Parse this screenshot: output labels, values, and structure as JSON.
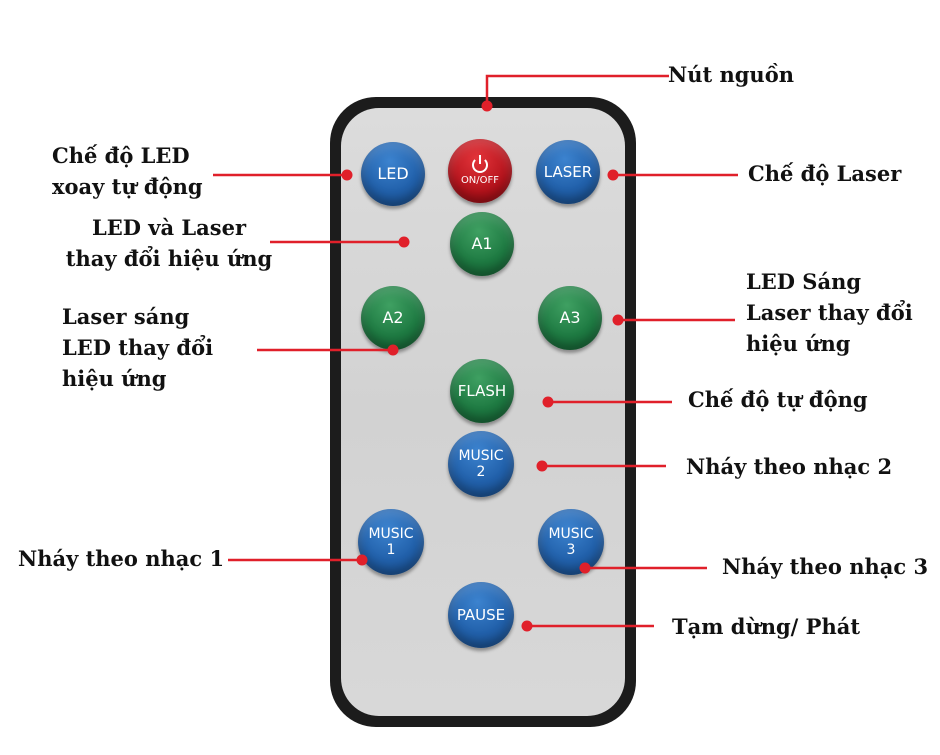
{
  "colors": {
    "leader_line": "#e0202a",
    "leader_dot": "#e0202a",
    "remote_frame": "#1c1c1c",
    "remote_face": "#d6d6d6",
    "button_blue": "#2160aa",
    "button_green": "#1e7a42",
    "button_red": "#b3121b",
    "label_text": "#111111"
  },
  "buttons": {
    "led": {
      "text": [
        "LED"
      ],
      "color": "blue"
    },
    "power": {
      "text": [
        "ON/OFF"
      ],
      "color": "red",
      "icon": "power-icon"
    },
    "laser": {
      "text": [
        "LASER"
      ],
      "color": "blue"
    },
    "a1": {
      "text": [
        "A1"
      ],
      "color": "green"
    },
    "a2": {
      "text": [
        "A2"
      ],
      "color": "green"
    },
    "a3": {
      "text": [
        "A3"
      ],
      "color": "green"
    },
    "flash": {
      "text": [
        "FLASH"
      ],
      "color": "green"
    },
    "music2": {
      "text": [
        "MUSIC",
        "2"
      ],
      "color": "blue"
    },
    "music1": {
      "text": [
        "MUSIC",
        "1"
      ],
      "color": "blue"
    },
    "music3": {
      "text": [
        "MUSIC",
        "3"
      ],
      "color": "blue"
    },
    "pause": {
      "text": [
        "PAUSE"
      ],
      "color": "blue"
    }
  },
  "labels": {
    "power": [
      "Nút nguồn"
    ],
    "led_rotate": [
      "Chế độ LED",
      "xoay tự động"
    ],
    "laser_mode": [
      "Chế độ Laser"
    ],
    "a1": [
      "LED và Laser",
      "thay đổi hiệu ứng"
    ],
    "a2": [
      "Laser sáng",
      "LED thay đổi",
      "hiệu ứng"
    ],
    "a3": [
      "LED Sáng",
      "Laser thay đổi",
      "hiệu ứng"
    ],
    "flash": [
      "Chế độ tự động"
    ],
    "music2": [
      "Nháy theo nhạc 2"
    ],
    "music1": [
      "Nháy theo nhạc 1"
    ],
    "music3": [
      "Nháy theo nhạc 3"
    ],
    "pause": [
      "Tạm dừng/ Phát"
    ]
  }
}
